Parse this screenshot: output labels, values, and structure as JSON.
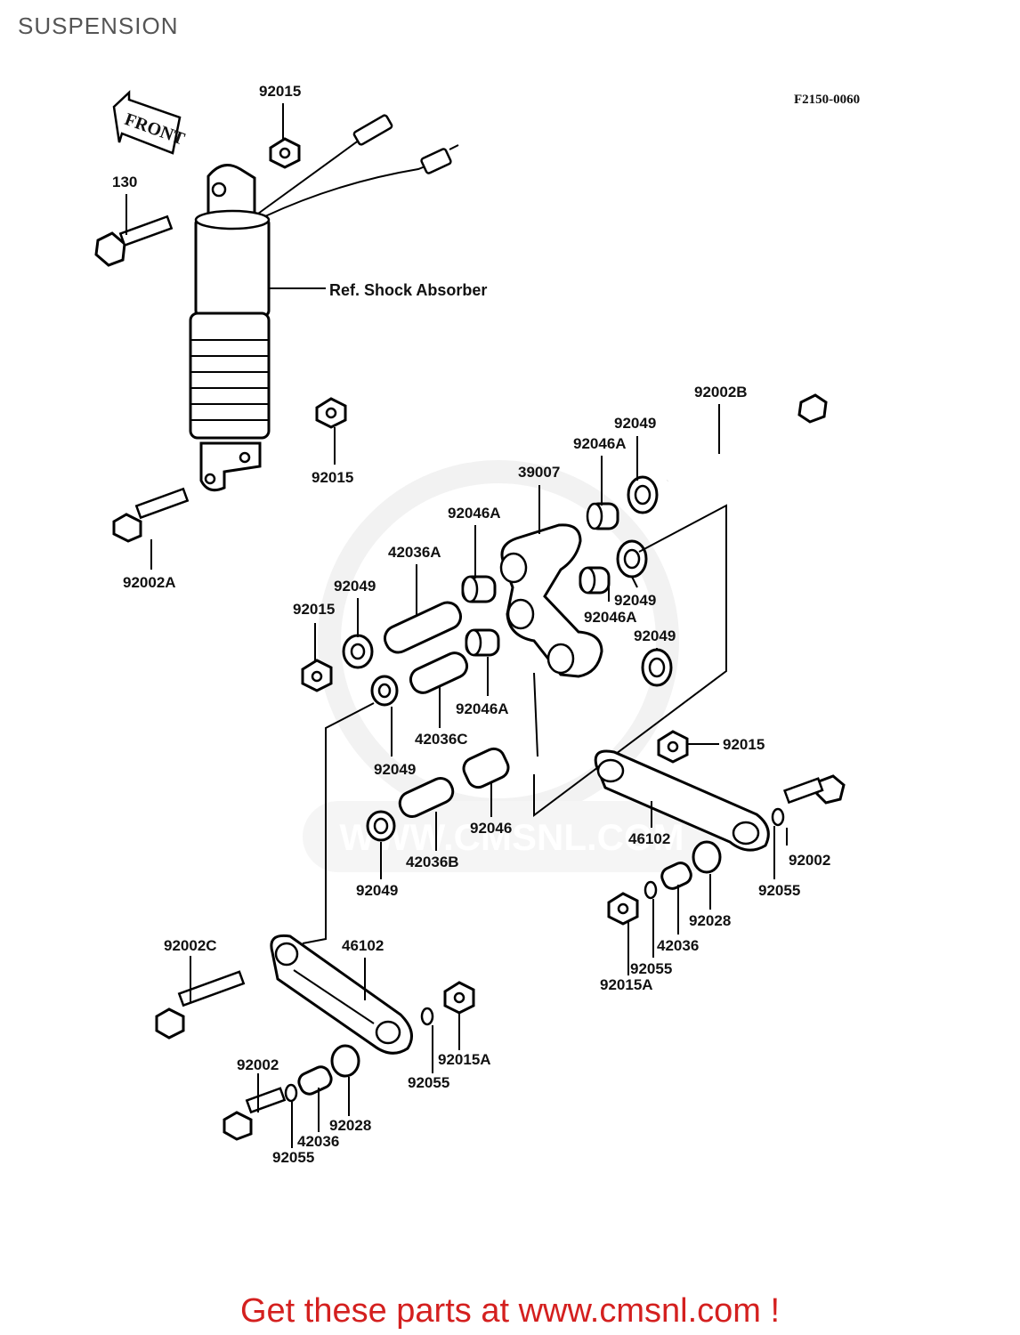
{
  "page": {
    "title": "SUSPENSION",
    "diagram_code": "F2150-0060",
    "direction_label": "FRONT",
    "reference_label": "Ref. Shock Absorber",
    "footer_text": "Get these parts at www.cmsnl.com !",
    "watermark_text": "WWW.CMSNL.COM"
  },
  "colors": {
    "footer": "#d4201f",
    "title": "#555555",
    "watermark": "#e6e6e6"
  },
  "parts": [
    {
      "id": "p01",
      "label": "92015"
    },
    {
      "id": "p02",
      "label": "130"
    },
    {
      "id": "p03",
      "label": "92015"
    },
    {
      "id": "p04",
      "label": "92002A"
    },
    {
      "id": "p05",
      "label": "92002B"
    },
    {
      "id": "p06",
      "label": "92049"
    },
    {
      "id": "p07",
      "label": "92046A"
    },
    {
      "id": "p08",
      "label": "39007"
    },
    {
      "id": "p09",
      "label": "92046A"
    },
    {
      "id": "p10",
      "label": "42036A"
    },
    {
      "id": "p11",
      "label": "92049"
    },
    {
      "id": "p12",
      "label": "92015"
    },
    {
      "id": "p13",
      "label": "92049"
    },
    {
      "id": "p14",
      "label": "92046A"
    },
    {
      "id": "p15",
      "label": "92049"
    },
    {
      "id": "p16",
      "label": "92046A"
    },
    {
      "id": "p17",
      "label": "42036C"
    },
    {
      "id": "p18",
      "label": "92049"
    },
    {
      "id": "p19",
      "label": "92015"
    },
    {
      "id": "p20",
      "label": "92046"
    },
    {
      "id": "p21",
      "label": "46102"
    },
    {
      "id": "p22",
      "label": "92002"
    },
    {
      "id": "p23",
      "label": "42036B"
    },
    {
      "id": "p24",
      "label": "92049"
    },
    {
      "id": "p25",
      "label": "92055"
    },
    {
      "id": "p26",
      "label": "92028"
    },
    {
      "id": "p27",
      "label": "42036"
    },
    {
      "id": "p28",
      "label": "92055"
    },
    {
      "id": "p29",
      "label": "92015A"
    },
    {
      "id": "p30",
      "label": "92002C"
    },
    {
      "id": "p31",
      "label": "46102"
    },
    {
      "id": "p32",
      "label": "92015A"
    },
    {
      "id": "p33",
      "label": "92055"
    },
    {
      "id": "p34",
      "label": "92002"
    },
    {
      "id": "p35",
      "label": "92028"
    },
    {
      "id": "p36",
      "label": "42036"
    },
    {
      "id": "p37",
      "label": "92055"
    }
  ]
}
